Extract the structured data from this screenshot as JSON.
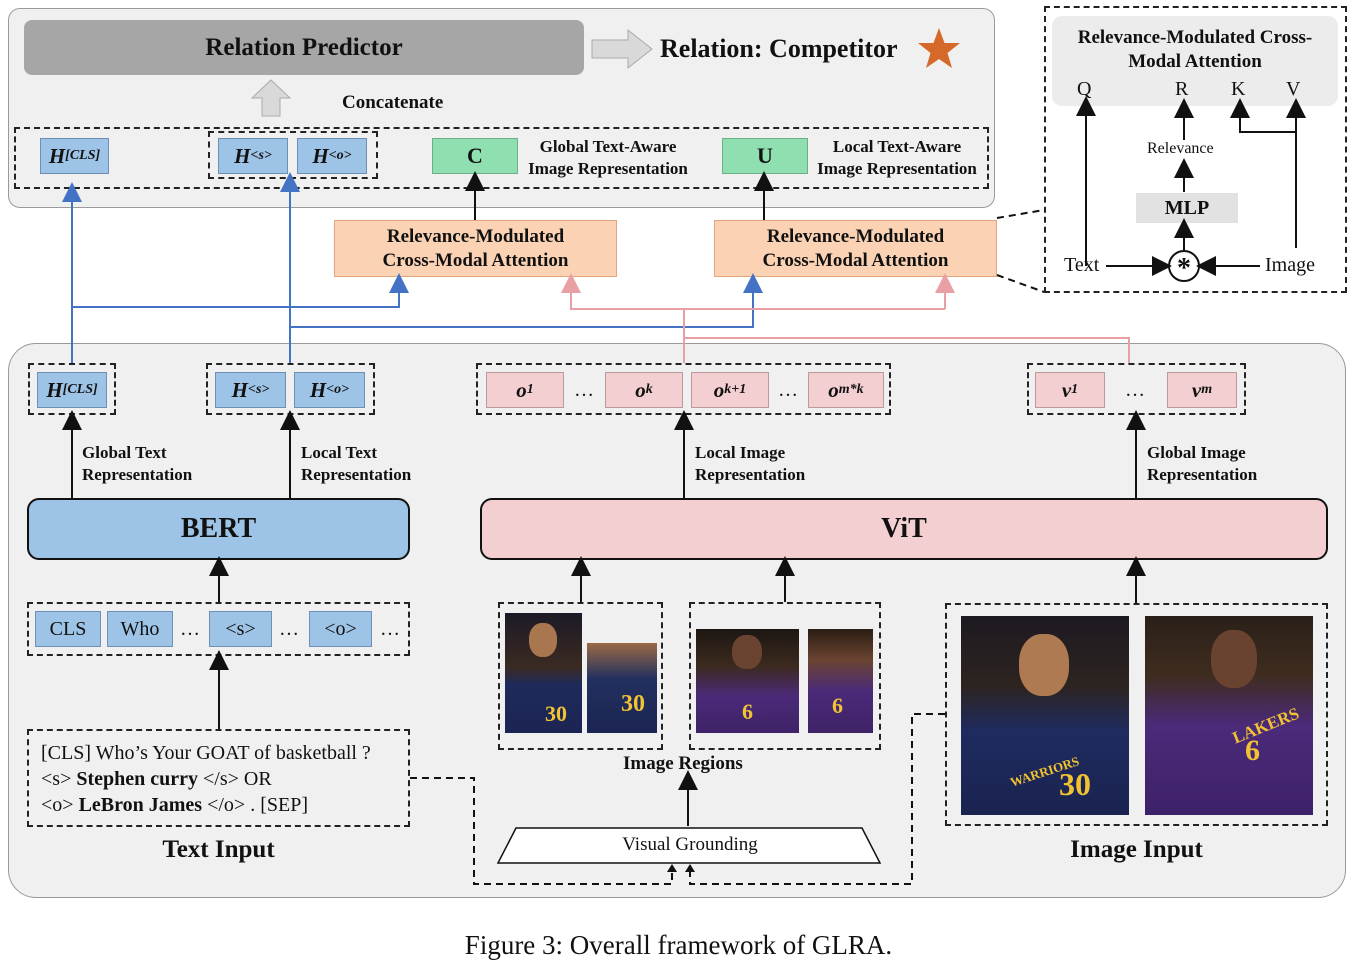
{
  "relation_predictor": "Relation Predictor",
  "relation_result": "Relation: Competitor",
  "concatenate": "Concatenate",
  "top_row": {
    "h_cls": "H",
    "h_cls_sub": "[CLS]",
    "h_s": "H",
    "h_s_sub": "<s>",
    "h_o": "H",
    "h_o_sub": "<o>",
    "c": "C",
    "c_label": [
      "Global Text-Aware",
      "Image Representation"
    ],
    "u": "U",
    "u_label": [
      "Local Text-Aware",
      "Image Representation"
    ]
  },
  "rmca_label": [
    "Relevance-Modulated",
    "Cross-Modal Attention"
  ],
  "inset": {
    "title": [
      "Relevance-Modulated Cross-",
      "Modal Attention"
    ],
    "q": "Q",
    "r": "R",
    "k": "K",
    "v": "V",
    "relevance": "Relevance",
    "mlp": "MLP",
    "text": "Text",
    "image": "Image",
    "op": "*"
  },
  "mid_row": {
    "h_cls": "H",
    "h_cls_sub": "[CLS]",
    "h_s": "H",
    "h_s_sub": "<s>",
    "h_o": "H",
    "h_o_sub": "<o>",
    "o1": "o",
    "o1_sub": "1",
    "ok": "o",
    "ok_sub": "k",
    "ok1": "o",
    "ok1_sub": "k+1",
    "omk": "o",
    "omk_sub": "m*k",
    "v1": "v",
    "v1_sub": "1",
    "vm": "v",
    "vm_sub": "m",
    "ellipsis": "…"
  },
  "labels": {
    "global_text": [
      "Global Text",
      "Representation"
    ],
    "local_text": [
      "Local Text",
      "Representation"
    ],
    "local_image": [
      "Local Image",
      "Representation"
    ],
    "global_image": [
      "Global Image",
      "Representation"
    ]
  },
  "bert": "BERT",
  "vit": "ViT",
  "tokens": [
    "CLS",
    "Who",
    "<s>",
    "<o>"
  ],
  "token_ellipsis": "…",
  "text_input_lines": [
    "[CLS] Who’s Your GOAT of basketball ?",
    "<s> ",
    "Stephen curry",
    " </s> OR",
    "<o> ",
    "LeBron James",
    " </o> . [SEP]"
  ],
  "text_input_title": "Text Input",
  "image_regions": "Image Regions",
  "visual_grounding": "Visual Grounding",
  "image_input_title": "Image Input",
  "jersey_numbers": [
    "30",
    "30",
    "6",
    "6",
    "30",
    "6"
  ],
  "jersey_teams": [
    "WARRIORS",
    "LAKERS"
  ],
  "caption": "Figure 3: Overall framework of GLRA.",
  "colors": {
    "blue": "#9dc3e6",
    "pink": "#f3cfd2",
    "green": "#8fdfb1",
    "orange": "#fbd3b4",
    "blue_line": "#4472c4",
    "pink_line": "#e8a0a4",
    "star": "#d4692a"
  }
}
